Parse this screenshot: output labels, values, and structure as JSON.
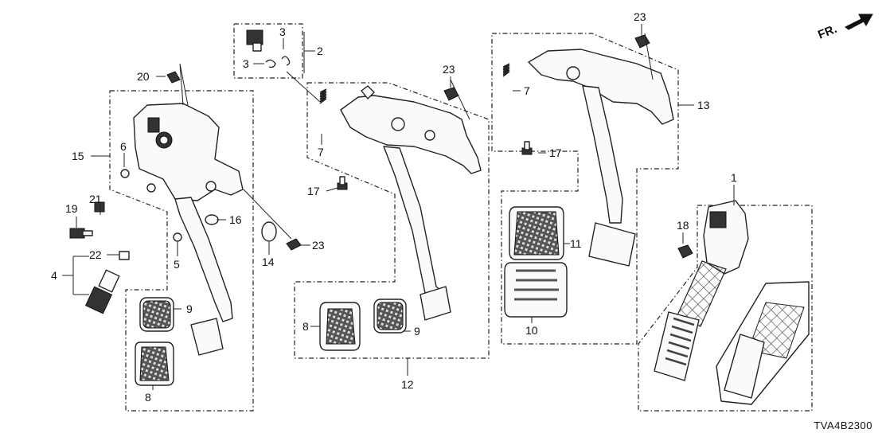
{
  "header": {
    "direction_label": "FR."
  },
  "callouts": {
    "c1": "1",
    "c2": "2",
    "c3a": "3",
    "c3b": "3",
    "c4": "4",
    "c5": "5",
    "c6": "6",
    "c7a": "7",
    "c7b": "7",
    "c8a": "8",
    "c8b": "8",
    "c9a": "9",
    "c9b": "9",
    "c10": "10",
    "c11": "11",
    "c12": "12",
    "c13": "13",
    "c14": "14",
    "c15": "15",
    "c16": "16",
    "c17a": "17",
    "c17b": "17",
    "c18": "18",
    "c19": "19",
    "c20": "20",
    "c21": "21",
    "c22": "22",
    "c23a": "23",
    "c23b": "23",
    "c23c": "23"
  },
  "footer": {
    "diagram_code": "TVA4B2300"
  },
  "icons": {
    "direction": "front-arrow-icon"
  }
}
